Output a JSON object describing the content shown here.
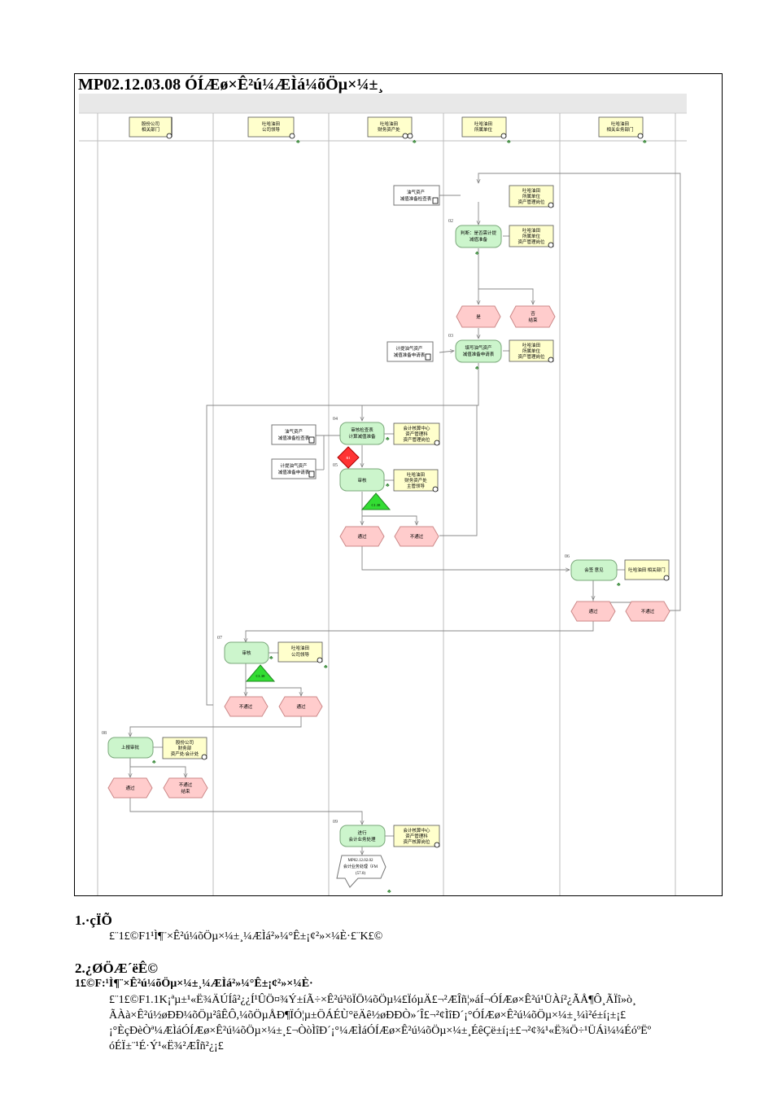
{
  "title": "MP02.12.03.08 ÓÍÆø×Ê²ú¼ÆÌá¼õÖµ×¼±¸",
  "lanes": [
    {
      "label": "股份公司\n相关部门"
    },
    {
      "label": "吐哈油田\n公司领导"
    },
    {
      "label": "吐哈油田\n财务资产处"
    },
    {
      "label": "吐哈油田\n所属单位"
    },
    {
      "label": "吐哈油田\n相关业务部门"
    }
  ],
  "steps": {
    "s02": {
      "num": "02",
      "label": "判断：是否需计提\n减值准备",
      "role": "吐哈油田\n所属单位\n资产管理岗位"
    },
    "s02_role_top": "吐哈油田\n所属单位\n资产管理岗位",
    "doc_check": "油气资产\n减值准备检查表",
    "ev_yes": "是",
    "ev_no": "否\n结束",
    "s03": {
      "num": "03",
      "label": "填写油气资产\n减值准备申请表",
      "role": "吐哈油田\n所属单位\n资产管理岗位"
    },
    "doc_apply": "计提油气资产\n减值准备申请表",
    "s04": {
      "num": "04",
      "label": "审核检查表\n计算减值准备",
      "role": "会计核算中心\n资产管理科\n资产管理岗位"
    },
    "doc_check2": "油气资产\n减值准备检查表",
    "doc_apply2": "计提油气资产\n减值准备申请表",
    "risk": "R1",
    "s05": {
      "num": "05",
      "label": "审核",
      "role": "吐哈油田\n财务资产处\n主管领导"
    },
    "ctrl_05": "C1.38",
    "ev_pass_05": "通过",
    "ev_fail_05": "不通过",
    "s06": {
      "num": "06",
      "label": "会签  意见",
      "role": "吐哈油田  相关部门"
    },
    "ev_pass_06": "通过",
    "ev_fail_06": "不通过",
    "s07": {
      "num": "07",
      "label": "审核",
      "role": "吐哈油田\n公司领导"
    },
    "ctrl_07": "C1.38",
    "ev_fail_07": "不通过",
    "ev_pass_07": "通过",
    "s08": {
      "num": "08",
      "label": "上报审批",
      "role": "股份公司\n财务部\n资产处/会计处"
    },
    "ev_pass_08": "通过",
    "ev_fail_08": "不通过\n结束",
    "s09": {
      "num": "09",
      "label": "进行\n会计业务处理",
      "role": "会计核算中心\n资产管理科\n资产核算岗位"
    },
    "ref_proc": "MP02.12.02.02\n会计业务处理（FM\n(57.0)"
  },
  "section1": {
    "heading": "1.·çÏÕ",
    "lines": [
      "£¨1£©F1¹Ì¶¨×Ê²ú¼õÖµ×¼±¸¼ÆÌá²»¼°Ê±¡¢²»×¼È·£¨K£©"
    ]
  },
  "section2": {
    "heading": "2.¿ØÖÆ´ëÊ©",
    "subheading": "1£©F:¹Ì¶¨×Ê²ú¼õÖµ×¼±¸¼ÆÌá²»¼°Ê±¡¢²»×¼È·",
    "lines": [
      "£¨1£©F1.1K¡ªµ±¹«Ë¾ÄÚÍâ²¿¿Í¹ÛÖ¤¾Ý±íÃ÷×Ê²ú³öÏÖ¼õÖµ¼£ÏóµÄ£¬²ÆÎñ¦»áÍ¬ÓÍÆø×Ê²ú¹ÜÀí²¿ÃÅ¶Ô¸ÃÏî»ò¸",
      "ÃÀà×Ê²ú½øÐÐ¼õÖµ²âÊÔ,¼õÖµÅÐ¶ÏÓ¦µ±ÖÁÉÙ°ëÄê½øÐÐÒ»´Î£¬²¢ÌîÐ´¡°ÓÍÆø×Ê²ú¼õÖµ×¼±¸¼ì²é±í¡±¡£",
      "¡°ÈçÐèÒª¼ÆÌáÓÍÆø×Ê²ú¼õÖµ×¼±¸£¬ÒòÌîÐ´¡°¼ÆÌáÓÍÆø×Ê²ú¼õÖµ×¼±¸ÉêÇë±í¡±£¬²¢¾­¹«Ë¾Ö÷¹ÜÁì¼¼ÉóºËº",
      "óÉÏ±¨¹É·Ý¹«Ë¾²ÆÎñ²¿¡£"
    ]
  }
}
